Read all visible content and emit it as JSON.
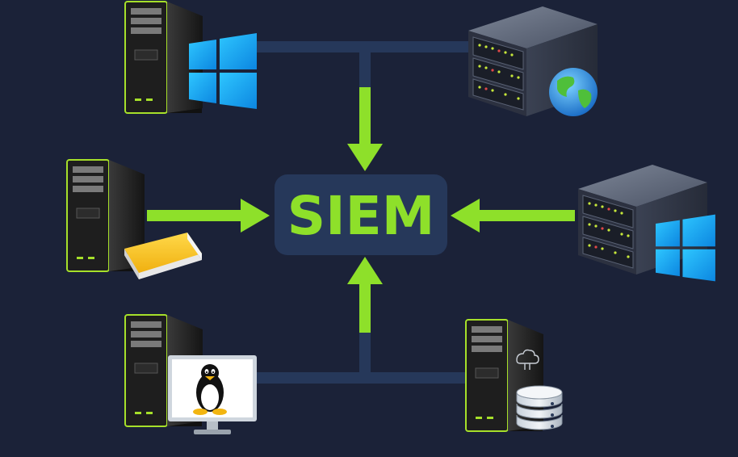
{
  "center": {
    "label": "SIEM"
  },
  "colors": {
    "background": "#1b2238",
    "arrow": "#8ee02a",
    "connector": "#26385a",
    "label_box": "#26385a"
  },
  "nodes": [
    {
      "id": "windows-workstation",
      "icons": [
        "tower-pc-icon",
        "windows-logo-icon"
      ]
    },
    {
      "id": "web-server",
      "icons": [
        "rack-server-icon",
        "globe-icon"
      ]
    },
    {
      "id": "log-workstation",
      "icons": [
        "tower-pc-icon",
        "paper-stack-icon"
      ]
    },
    {
      "id": "windows-server",
      "icons": [
        "rack-server-icon",
        "windows-logo-icon"
      ]
    },
    {
      "id": "linux-workstation",
      "icons": [
        "tower-pc-icon",
        "monitor-icon",
        "linux-penguin-icon"
      ]
    },
    {
      "id": "database-server",
      "icons": [
        "tower-pc-icon",
        "cloud-icon",
        "database-icon"
      ]
    }
  ]
}
